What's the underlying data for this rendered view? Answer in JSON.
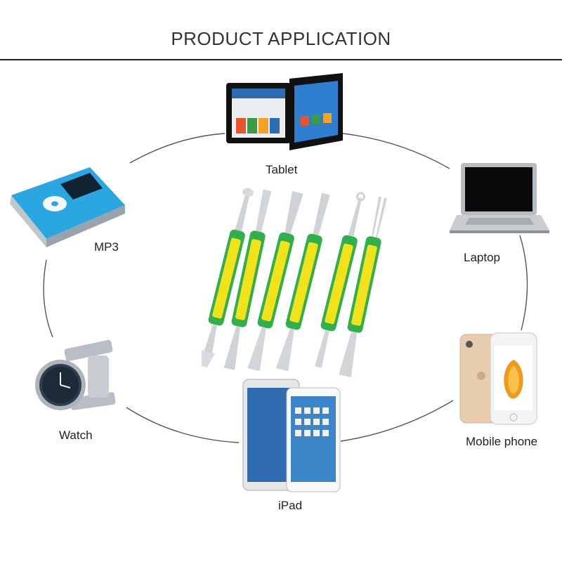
{
  "title": "PRODUCT APPLICATION",
  "devices": {
    "tablet": "Tablet",
    "mp3": "MP3",
    "laptop": "Laptop",
    "watch": "Watch",
    "mobile": "Mobile phone",
    "ipad": "iPad"
  },
  "colors": {
    "handle_green": "#2fb04a",
    "handle_yellow": "#f2e21c",
    "mp3_blue": "#2aa6e0",
    "phone_gold": "#f0d4b8"
  }
}
